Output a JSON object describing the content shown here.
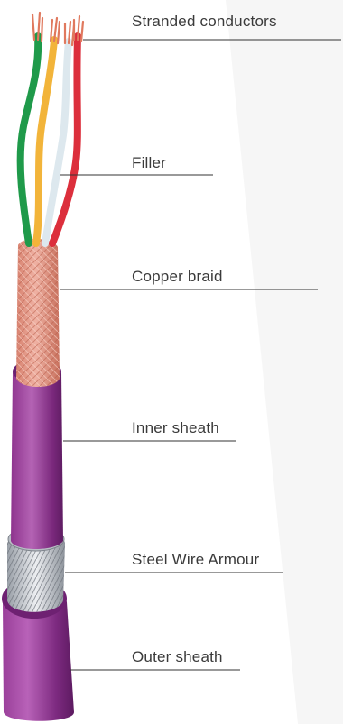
{
  "labels": [
    "Stranded conductors",
    "Filler",
    "Copper braid",
    "Inner sheath",
    "Steel Wire Armour",
    "Outer sheath"
  ],
  "colors": {
    "conductor_green": "#1f9a4a",
    "conductor_yellow": "#f2b43a",
    "conductor_white": "#dde8ee",
    "conductor_red": "#dc2f3c",
    "copper_strand": "#e0795e",
    "copper_braid": "#e79a8a",
    "sheath_purple": "#8b2f8b",
    "armour_steel": "#c9ccd2",
    "label_text": "#3a3a3a",
    "leader_line": "#333333"
  }
}
